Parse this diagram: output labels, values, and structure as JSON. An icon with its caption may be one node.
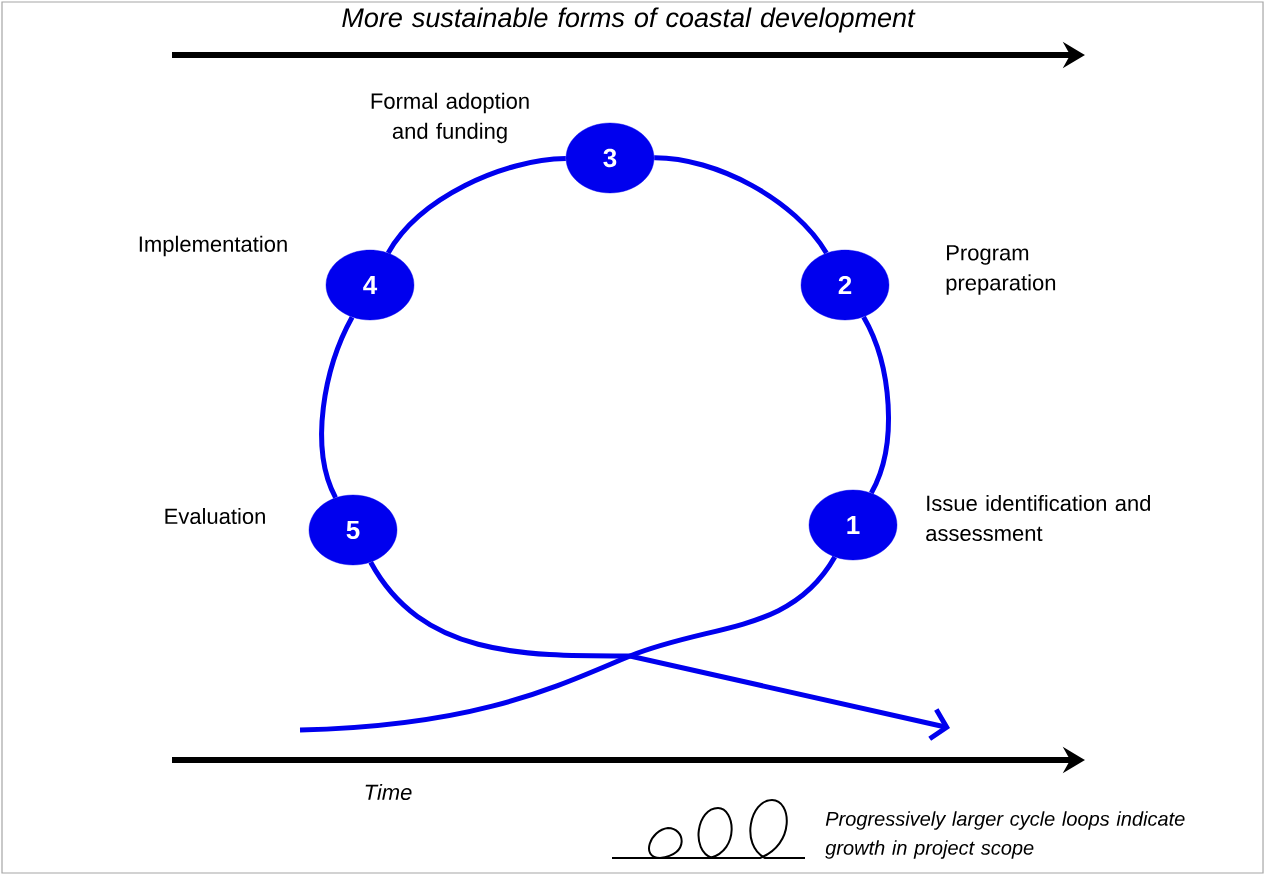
{
  "diagram": {
    "nodes": [
      {
        "text": [
          "1"
        ],
        "beside": [
          "Issue identification and assessment"
        ]
      },
      {
        "text": [
          "2"
        ],
        "beside": [
          "Program preparation"
        ]
      },
      {
        "text": [
          "3"
        ],
        "beside": [
          "Formal adoption and funding"
        ]
      },
      {
        "text": [
          "4"
        ],
        "beside": [
          "Implementation"
        ]
      },
      {
        "text": [
          "5"
        ],
        "beside": [
          "Evaluation"
        ]
      }
    ],
    "edges": [
      {
        "from": null,
        "to": 0,
        "arrow": "none"
      },
      {
        "from": 0,
        "to": 1,
        "arrow": "none"
      },
      {
        "from": 1,
        "to": 2,
        "arrow": "none"
      },
      {
        "from": 2,
        "to": 3,
        "arrow": "none"
      },
      {
        "from": 3,
        "to": 4,
        "arrow": "none"
      },
      {
        "from": 4,
        "to": null,
        "arrow": "to"
      }
    ],
    "labels": [
      "More sustainable forms of coastal development",
      "Time",
      "Progressively larger cycle loops indicate growth in project scope"
    ]
  }
}
